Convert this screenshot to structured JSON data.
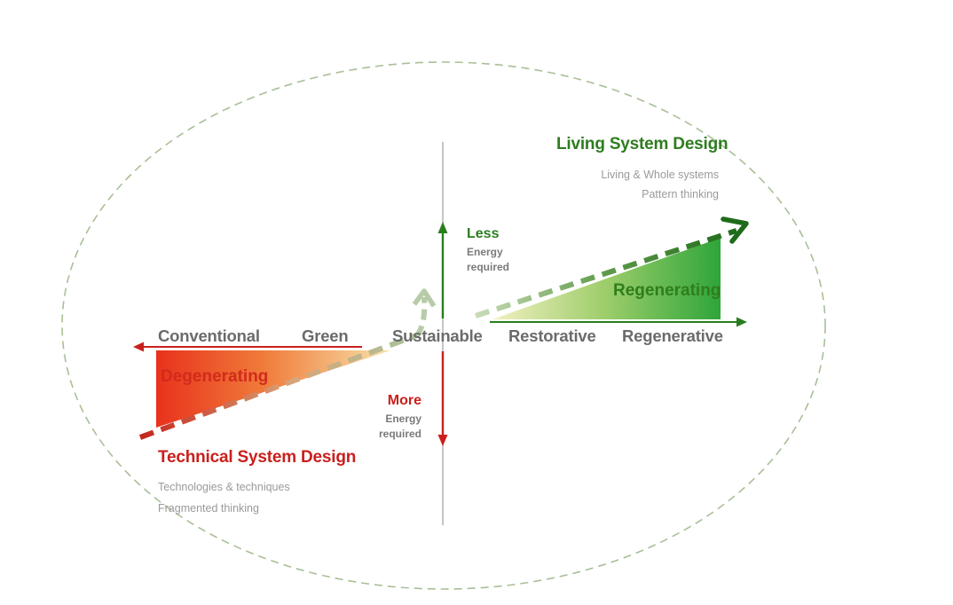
{
  "living": {
    "title": "Living System Design",
    "line1": "Living & Whole systems",
    "line2": "Pattern thinking"
  },
  "technical": {
    "title": "Technical System Design",
    "line1": "Technologies & techniques",
    "line2": "Fragmented thinking"
  },
  "axis": {
    "conventional": "Conventional",
    "green": "Green",
    "sustainable": "Sustainable",
    "restorative": "Restorative",
    "regenerative": "Regenerative"
  },
  "zones": {
    "degenerating": "Degenerating",
    "regenerating": "Regenerating"
  },
  "energy": {
    "less": "Less",
    "less_sub1": "Energy",
    "less_sub2": "required",
    "more": "More",
    "more_sub1": "Energy",
    "more_sub2": "required"
  },
  "colors": {
    "red": "#c9201d",
    "green": "#2a7d1f",
    "ellipse": "#a9bf98",
    "grey_text": "#6b6b6b"
  }
}
